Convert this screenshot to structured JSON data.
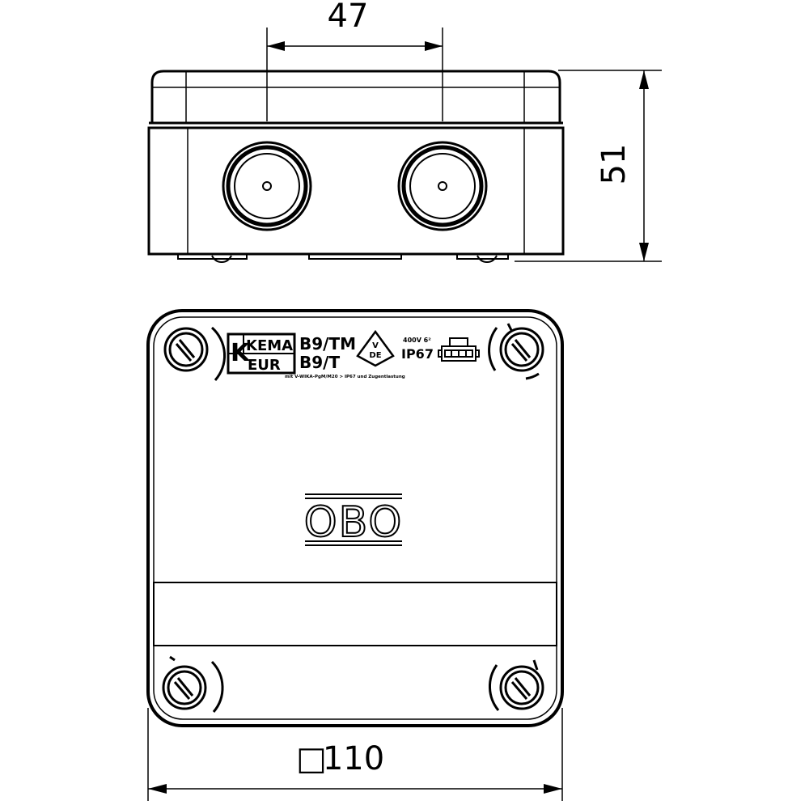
{
  "dimensions": {
    "gland_spacing": "47",
    "height": "51",
    "size_symbol": "□",
    "size": "110"
  },
  "lid_markings": {
    "kema_top": "KEMA",
    "kema_bottom": "EUR",
    "kema_letter": "K",
    "model_line1": "B9/TM",
    "model_line2": "B9/T",
    "vde_top": "V",
    "vde_bottom": "DE",
    "voltage": "400V 6²",
    "ip_rating": "IP67",
    "fine_print": "mit V-WIKA-PgM/M20 > IP67 und Zugentlastung",
    "brand": "OBO"
  }
}
